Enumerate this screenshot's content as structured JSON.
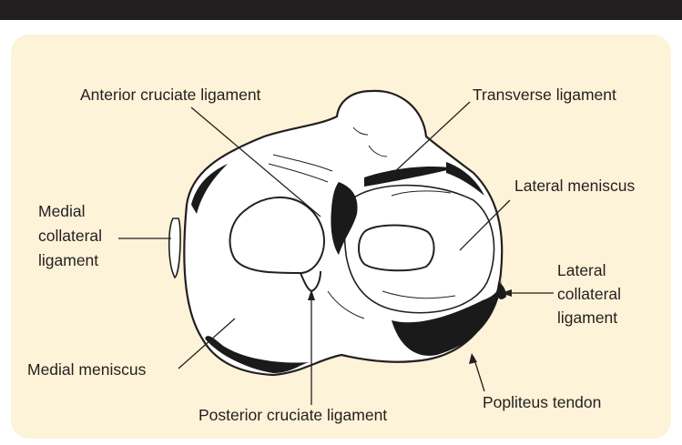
{
  "colors": {
    "header_bar": "#231f20",
    "panel_background": "#fdf3d8",
    "ink": "#231f20",
    "shading": "#1a1a1a"
  },
  "labels": {
    "anterior_cruciate": "Anterior cruciate ligament",
    "transverse": "Transverse ligament",
    "lateral_meniscus": "Lateral meniscus",
    "medial_collateral_1": "Medial",
    "medial_collateral_2": "collateral",
    "medial_collateral_3": "ligament",
    "lateral_collateral_1": "Lateral",
    "lateral_collateral_2": "collateral",
    "lateral_collateral_3": "ligament",
    "medial_meniscus": "Medial meniscus",
    "posterior_cruciate": "Posterior cruciate ligament",
    "popliteus": "Popliteus tendon"
  }
}
